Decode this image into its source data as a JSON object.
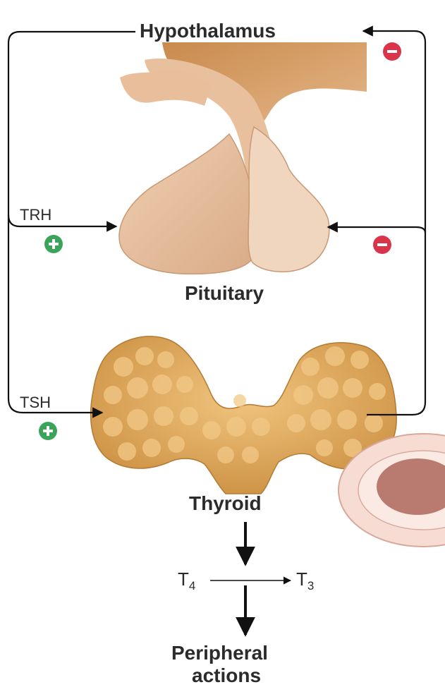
{
  "labels": {
    "hypothalamus": "Hypothalamus",
    "pituitary": "Pituitary",
    "thyroid": "Thyroid",
    "trh": "TRH",
    "tsh": "TSH",
    "t4_base": "T",
    "t4_sub": "4",
    "t3_base": "T",
    "t3_sub": "3",
    "peripheral_line1": "Peripheral",
    "peripheral_line2": "actions"
  },
  "signs": {
    "trh_effect": "+",
    "tsh_effect": "+",
    "feedback_to_hypothalamus": "−",
    "feedback_to_pituitary": "−"
  },
  "colors": {
    "stimulatory": "#3aa55a",
    "inhibitory": "#d9344a",
    "gland_tan": "#e2b896",
    "thyroid_gold": "#d9a55c"
  }
}
